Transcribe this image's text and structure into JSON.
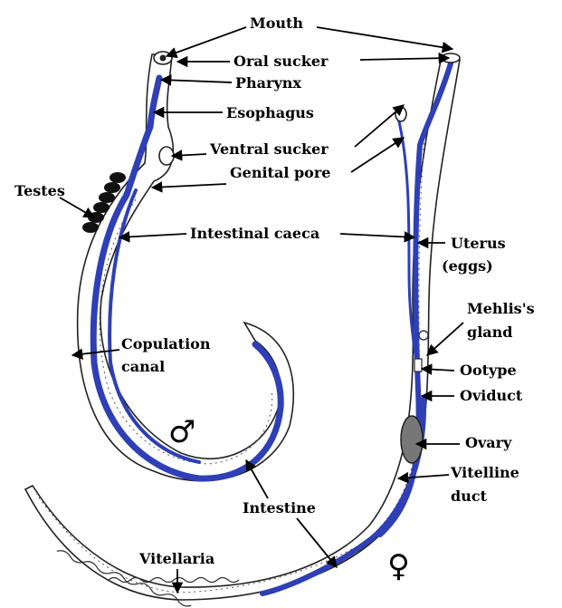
{
  "labels": {
    "mouth": "Mouth",
    "oral_sucker": "Oral sucker",
    "pharynx": "Pharynx",
    "esophagus": "Esophagus",
    "ventral_sucker": "Ventral sucker",
    "genital_pore": "Genital pore",
    "testes": "Testes",
    "intestinal_caeca": "Intestinal caeca",
    "uterus_1": "Uterus",
    "uterus_2": "(eggs)",
    "mehlis_1": "Mehlis's",
    "mehlis_2": "gland",
    "ootype": "Ootype",
    "oviduct": "Oviduct",
    "ovary": "Ovary",
    "copulation_1": "Copulation",
    "copulation_2": "canal",
    "vitelline_1": "Vitelline",
    "vitelline_2": "duct",
    "intestine": "Intestine",
    "vitellaria": "Vitellaria"
  },
  "symbols": {
    "male": "♂",
    "female": "♀"
  },
  "colors": {
    "intestine_blue": "#2f3fb5",
    "outline": "#222222"
  }
}
